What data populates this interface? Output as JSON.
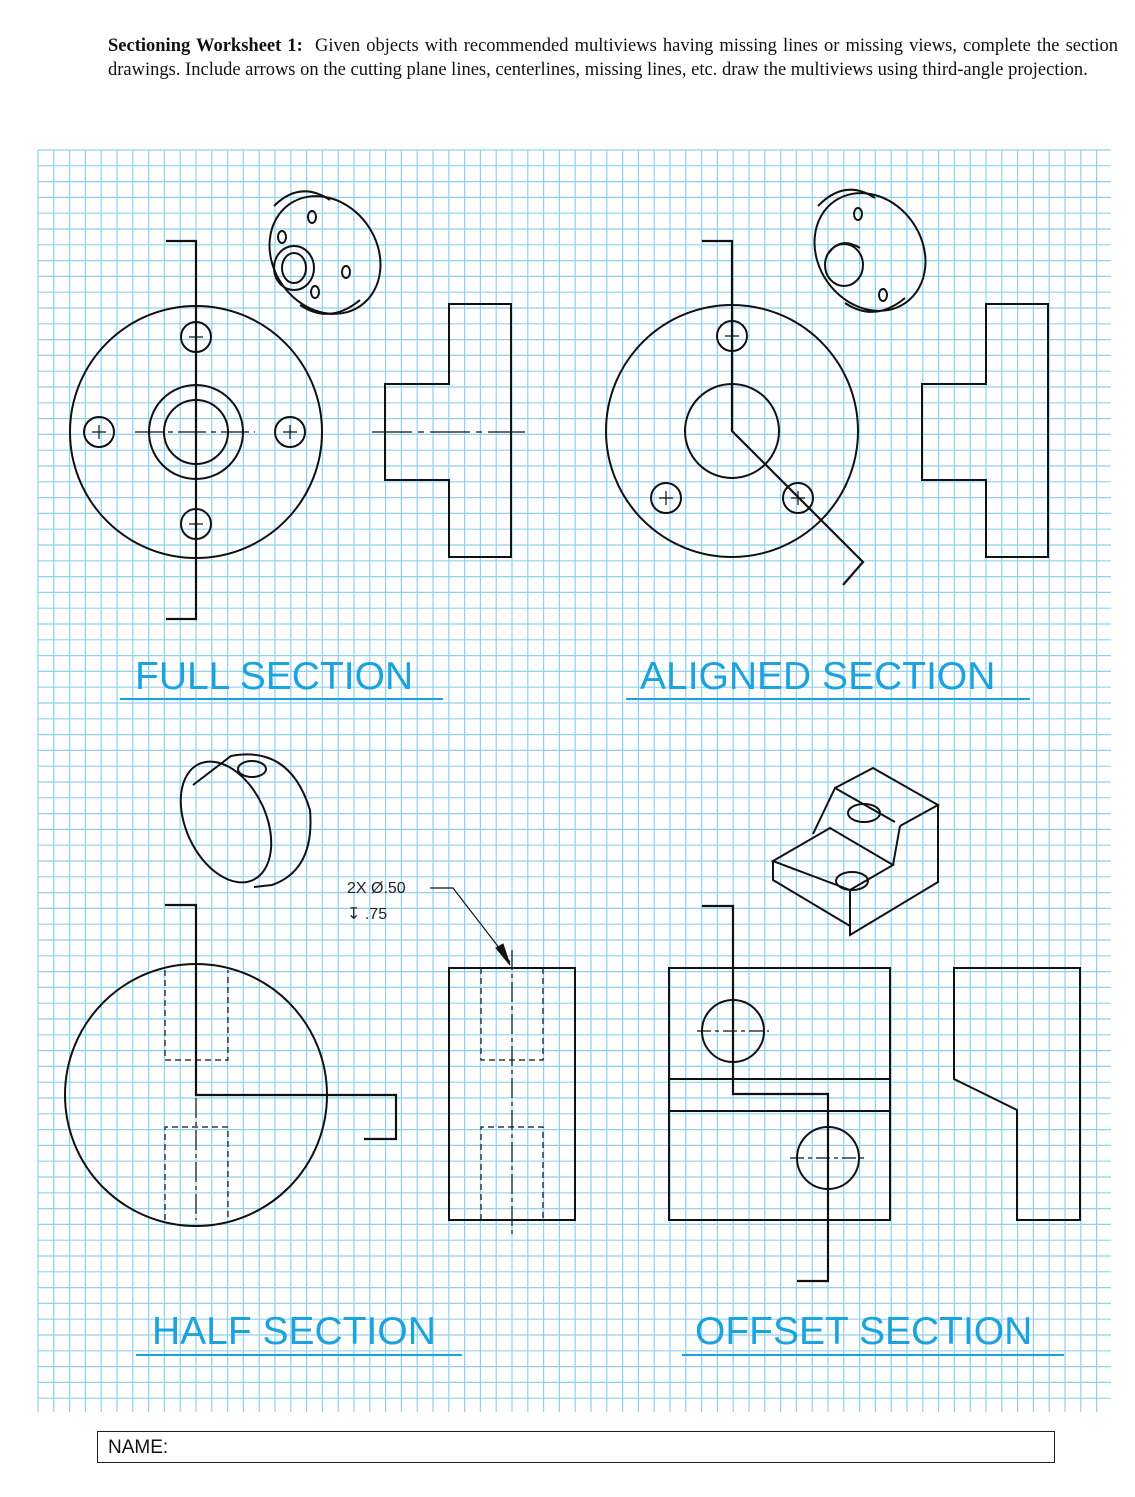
{
  "header": {
    "title": "Sectioning Worksheet 1:",
    "instructions": "Given objects with recommended multiviews having missing lines or missing views, complete the section drawings.  Include arrows on the cutting plane lines, centerlines, missing lines, etc. draw the multiviews using third-angle projection."
  },
  "sections": {
    "full": "FULL SECTION",
    "aligned": "ALIGNED SECTION",
    "half": "HALF SECTION",
    "offset": "OFFSET SECTION"
  },
  "callout": {
    "line1": "2X  Ø.50",
    "line2": "↧ .75"
  },
  "footer": {
    "name_label": "NAME:"
  },
  "colors": {
    "grid": "#8fd2ef",
    "label": "#1aa3df",
    "ink": "#111111"
  }
}
